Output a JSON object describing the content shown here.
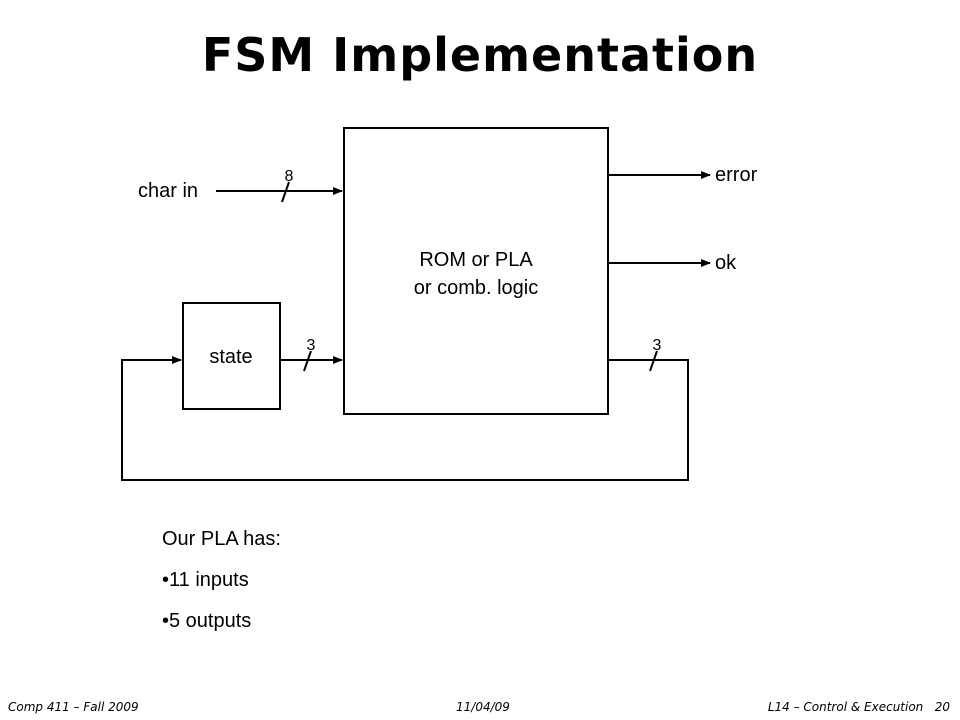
{
  "title": "FSM Implementation",
  "diagram": {
    "logic_block_line1": "ROM or PLA",
    "logic_block_line2": "or comb. logic",
    "state_block": "state",
    "input_label": "char in",
    "input_width": "8",
    "state_in_width": "3",
    "state_out_width": "3",
    "output_error": "error",
    "output_ok": "ok"
  },
  "notes": {
    "heading": "Our PLA has:",
    "items": [
      "•11 inputs",
      "•5 outputs"
    ]
  },
  "footer": {
    "left": "Comp 411 – Fall 2009",
    "center": "11/04/09",
    "right": "L14 – Control & Execution   20"
  }
}
